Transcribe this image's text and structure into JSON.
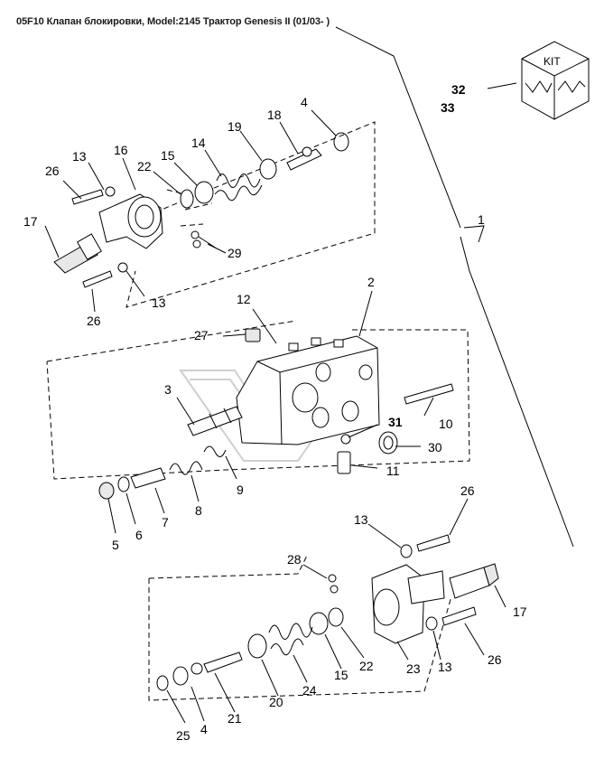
{
  "title": "05F10 Клапан блокировки, Model:2145 Трактор Genesis II (01/03- )",
  "kit": {
    "label": "KIT"
  },
  "callouts": [
    {
      "id": "c1",
      "text": "1"
    },
    {
      "id": "c2",
      "text": "2"
    },
    {
      "id": "c3",
      "text": "3"
    },
    {
      "id": "c4a",
      "text": "4"
    },
    {
      "id": "c4b",
      "text": "4"
    },
    {
      "id": "c5",
      "text": "5"
    },
    {
      "id": "c6",
      "text": "6"
    },
    {
      "id": "c7",
      "text": "7"
    },
    {
      "id": "c8",
      "text": "8"
    },
    {
      "id": "c9",
      "text": "9"
    },
    {
      "id": "c10",
      "text": "10"
    },
    {
      "id": "c11",
      "text": "11"
    },
    {
      "id": "c12",
      "text": "12"
    },
    {
      "id": "c13a",
      "text": "13"
    },
    {
      "id": "c13b",
      "text": "13"
    },
    {
      "id": "c13c",
      "text": "13"
    },
    {
      "id": "c13d",
      "text": "13"
    },
    {
      "id": "c14",
      "text": "14"
    },
    {
      "id": "c15a",
      "text": "15"
    },
    {
      "id": "c15b",
      "text": "15"
    },
    {
      "id": "c16",
      "text": "16"
    },
    {
      "id": "c17a",
      "text": "17"
    },
    {
      "id": "c17b",
      "text": "17"
    },
    {
      "id": "c18",
      "text": "18"
    },
    {
      "id": "c19",
      "text": "19"
    },
    {
      "id": "c20",
      "text": "20"
    },
    {
      "id": "c21",
      "text": "21"
    },
    {
      "id": "c22a",
      "text": "22"
    },
    {
      "id": "c22b",
      "text": "22"
    },
    {
      "id": "c23",
      "text": "23"
    },
    {
      "id": "c24",
      "text": "24"
    },
    {
      "id": "c25",
      "text": "25"
    },
    {
      "id": "c26a",
      "text": "26"
    },
    {
      "id": "c26b",
      "text": "26"
    },
    {
      "id": "c26c",
      "text": "26"
    },
    {
      "id": "c26d",
      "text": "26"
    },
    {
      "id": "c27",
      "text": "27"
    },
    {
      "id": "c28",
      "text": "28"
    },
    {
      "id": "c29",
      "text": "29"
    },
    {
      "id": "c30",
      "text": "30"
    },
    {
      "id": "c31",
      "text": "31"
    },
    {
      "id": "c32",
      "text": "32"
    },
    {
      "id": "c33",
      "text": "33"
    }
  ]
}
